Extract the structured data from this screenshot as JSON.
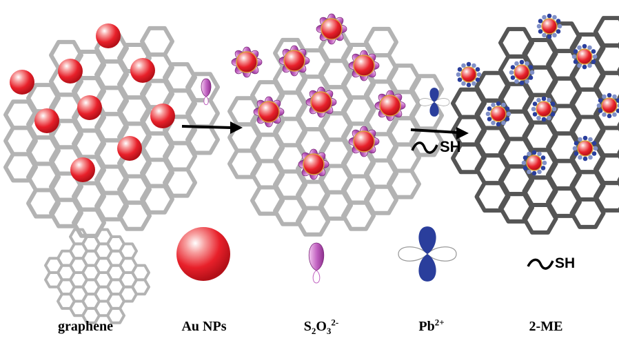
{
  "colors": {
    "graphene_light": "#b3b3b3",
    "graphene_dark": "#555555",
    "au_red": "#e8202a",
    "thiosulfate_purple": "#c060c0",
    "pb_blue": "#2a3e9c",
    "arrow": "#000000"
  },
  "arrow_labels": {
    "sh": "SH"
  },
  "legend": {
    "graphene": "graphene",
    "au_nps": "Au NPs",
    "s2o3_s": "S",
    "s2o3_sub1": "2",
    "s2o3_o": "O",
    "s2o3_sub2": "3",
    "s2o3_charge": "2-",
    "pb": "Pb",
    "pb_charge": "2+",
    "sh": "SH",
    "me": "2-ME"
  }
}
